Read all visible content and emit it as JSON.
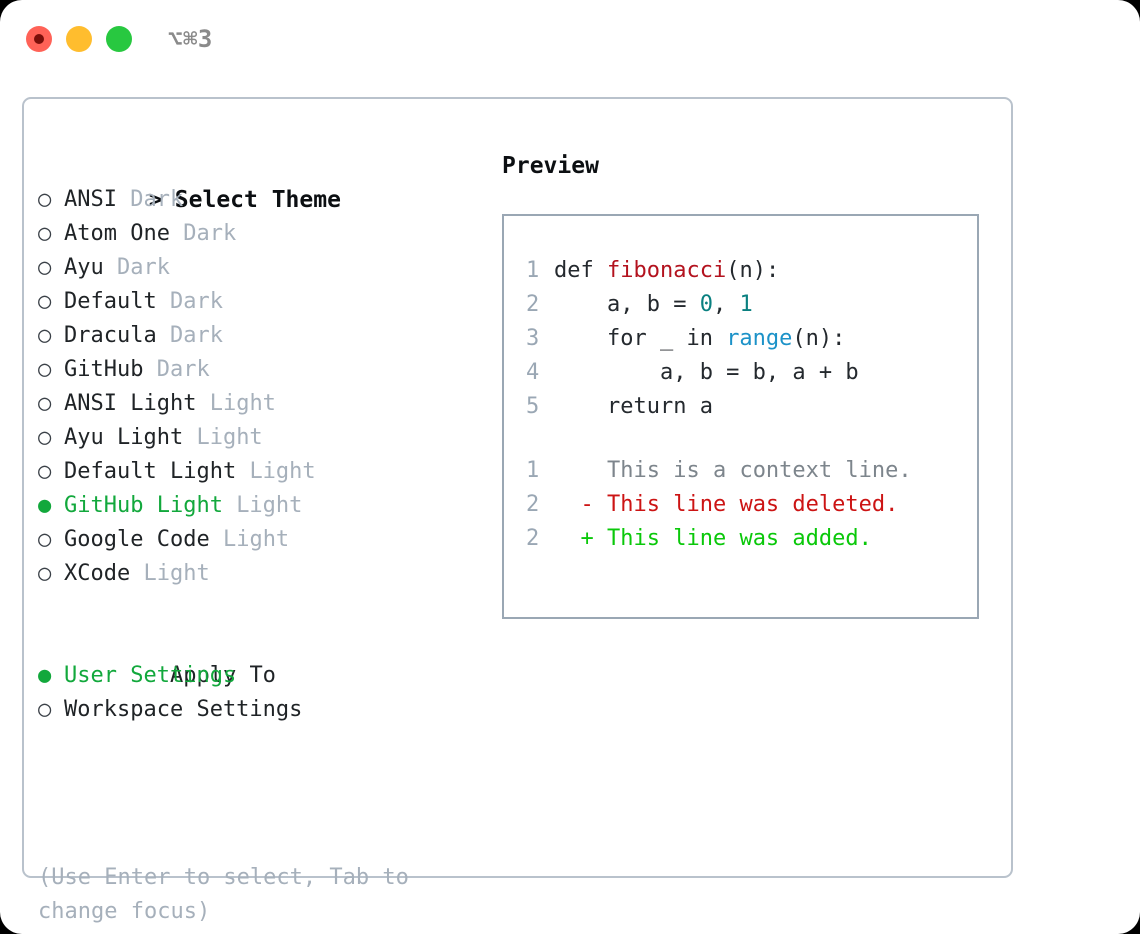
{
  "titlebar": {
    "shortcut": "⌥⌘3",
    "buttons": [
      {
        "name": "close",
        "color": "#ff6257"
      },
      {
        "name": "minimize",
        "color": "#ffbd2e"
      },
      {
        "name": "maximize",
        "color": "#28c840"
      }
    ]
  },
  "theme_picker": {
    "heading": "Select Theme",
    "heading_marker": ">",
    "bullet_selected": "●",
    "bullet_unselected": "○",
    "items": [
      {
        "label": "ANSI",
        "kind": "Dark",
        "selected": false
      },
      {
        "label": "Atom One",
        "kind": "Dark",
        "selected": false
      },
      {
        "label": "Ayu",
        "kind": "Dark",
        "selected": false
      },
      {
        "label": "Default",
        "kind": "Dark",
        "selected": false
      },
      {
        "label": "Dracula",
        "kind": "Dark",
        "selected": false
      },
      {
        "label": "GitHub",
        "kind": "Dark",
        "selected": false
      },
      {
        "label": "ANSI Light",
        "kind": "Light",
        "selected": false
      },
      {
        "label": "Ayu Light",
        "kind": "Light",
        "selected": false
      },
      {
        "label": "Default Light",
        "kind": "Light",
        "selected": false
      },
      {
        "label": "GitHub Light",
        "kind": "Light",
        "selected": true
      },
      {
        "label": "Google Code",
        "kind": "Light",
        "selected": false
      },
      {
        "label": "XCode",
        "kind": "Light",
        "selected": false
      }
    ]
  },
  "apply_to": {
    "heading": "Apply To",
    "options": [
      {
        "label": "User Settings",
        "selected": true
      },
      {
        "label": "Workspace Settings",
        "selected": false
      }
    ]
  },
  "hint": {
    "line1": "(Use Enter to select, Tab to",
    "line2": "change focus)"
  },
  "preview": {
    "title": "Preview",
    "code": [
      {
        "num": "1",
        "parts": [
          {
            "t": "def ",
            "c": "plain"
          },
          {
            "t": "fibonacci",
            "c": "fn"
          },
          {
            "t": "(n):",
            "c": "plain"
          }
        ]
      },
      {
        "num": "2",
        "parts": [
          {
            "t": "    a, b = ",
            "c": "plain"
          },
          {
            "t": "0",
            "c": "num"
          },
          {
            "t": ", ",
            "c": "plain"
          },
          {
            "t": "1",
            "c": "num"
          }
        ]
      },
      {
        "num": "3",
        "parts": [
          {
            "t": "    for _ in ",
            "c": "plain"
          },
          {
            "t": "range",
            "c": "call"
          },
          {
            "t": "(n):",
            "c": "plain"
          }
        ]
      },
      {
        "num": "4",
        "parts": [
          {
            "t": "        a, b = b, a + b",
            "c": "plain"
          }
        ]
      },
      {
        "num": "5",
        "parts": [
          {
            "t": "    return a",
            "c": "plain"
          }
        ]
      }
    ],
    "diff": [
      {
        "num": "1",
        "marker": " ",
        "text": " This is a context line.",
        "kind": "ctx"
      },
      {
        "num": "2",
        "marker": "-",
        "text": " This line was deleted.",
        "kind": "del"
      },
      {
        "num": "2",
        "marker": "+",
        "text": " This line was added.",
        "kind": "add"
      }
    ]
  },
  "colors": {
    "accent_green": "#12a83c",
    "muted": "#a6b0bb",
    "border": "#b9c2cc",
    "preview_border": "#9aa7b4",
    "fn": "#b3121e",
    "num": "#0a8080",
    "call": "#1c92c8",
    "diff_add": "#0ac80a",
    "diff_del": "#cc1414",
    "diff_ctx": "#7d858c"
  }
}
